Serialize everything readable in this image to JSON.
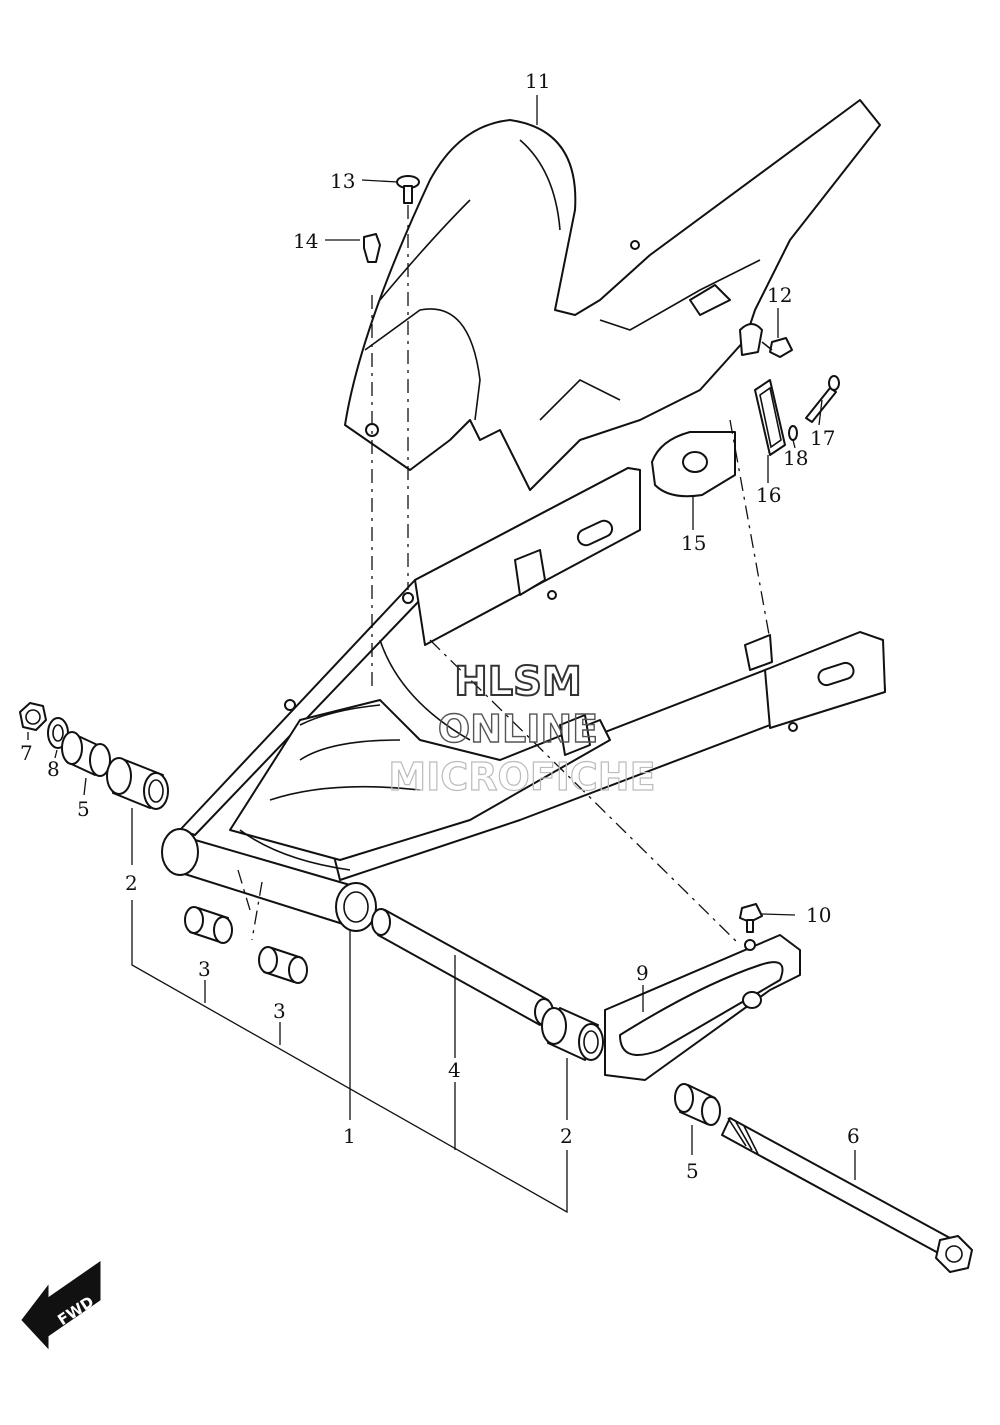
{
  "diagram": {
    "callouts": [
      {
        "id": "c11",
        "label": "11"
      },
      {
        "id": "c13",
        "label": "13"
      },
      {
        "id": "c14",
        "label": "14"
      },
      {
        "id": "c12",
        "label": "12"
      },
      {
        "id": "c17",
        "label": "17"
      },
      {
        "id": "c18",
        "label": "18"
      },
      {
        "id": "c16",
        "label": "16"
      },
      {
        "id": "c15",
        "label": "15"
      },
      {
        "id": "c7",
        "label": "7"
      },
      {
        "id": "c8",
        "label": "8"
      },
      {
        "id": "c5a",
        "label": "5"
      },
      {
        "id": "c2a",
        "label": "2"
      },
      {
        "id": "c3a",
        "label": "3"
      },
      {
        "id": "c3b",
        "label": "3"
      },
      {
        "id": "c10",
        "label": "10"
      },
      {
        "id": "c9",
        "label": "9"
      },
      {
        "id": "c4",
        "label": "4"
      },
      {
        "id": "c1",
        "label": "1"
      },
      {
        "id": "c2b",
        "label": "2"
      },
      {
        "id": "c5b",
        "label": "5"
      },
      {
        "id": "c6",
        "label": "6"
      }
    ],
    "watermark": {
      "line1": "HLSM",
      "line2": "ONLINE",
      "line3": "MICROFICHE",
      "color": "#333333"
    },
    "fwd_label": "FWD",
    "ink_color": "#111111"
  }
}
